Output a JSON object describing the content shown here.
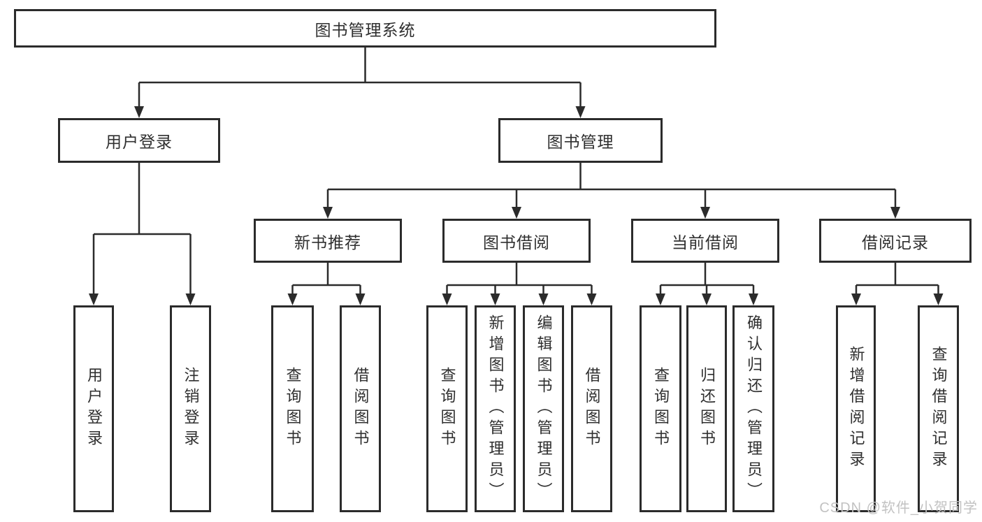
{
  "diagram": {
    "title": "图书管理系统",
    "level2": {
      "left": "用户登录",
      "right": "图书管理"
    },
    "level3": [
      "新书推荐",
      "图书借阅",
      "当前借阅",
      "借阅记录"
    ],
    "leaves": {
      "userLogin": [
        "用户登录",
        "注销登录"
      ],
      "newBooks": [
        "查询图书",
        "借阅图书"
      ],
      "bookBorrow": [
        "查询图书",
        "新增图书（管理员）",
        "编辑图书（管理员）",
        "借阅图书"
      ],
      "currentBorrow": [
        "查询图书",
        "归还图书",
        "确认归还（管理员）"
      ],
      "borrowRecords": [
        "新增借阅记录",
        "查询借阅记录"
      ]
    }
  },
  "watermark": "CSDN @软件_小贺同学",
  "colors": {
    "line": "#2b2b2b",
    "box_border": "#2b2b2b",
    "text": "#2f2f2f",
    "watermark": "#c2c2c2",
    "background": "#ffffff"
  }
}
